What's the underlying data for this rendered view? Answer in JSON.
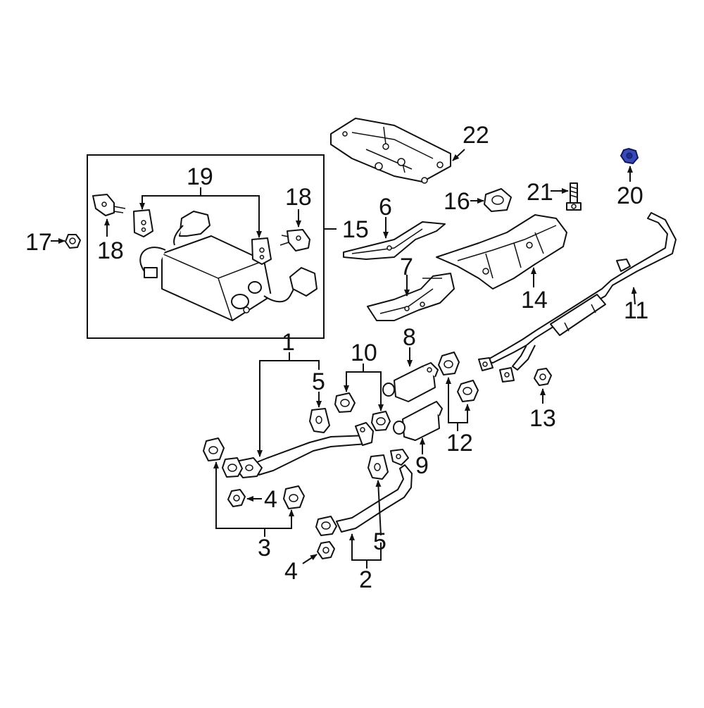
{
  "diagram": {
    "accent_color": "#3a49b8",
    "highlighted_part": "20",
    "callouts": {
      "c1": "1",
      "c2": "2",
      "c3": "3",
      "c4a": "4",
      "c4b": "4",
      "c5a": "5",
      "c5b": "5",
      "c6": "6",
      "c7": "7",
      "c8": "8",
      "c9": "9",
      "c10": "10",
      "c11": "11",
      "c12": "12",
      "c13": "13",
      "c14": "14",
      "c15": "15",
      "c16": "16",
      "c17": "17",
      "c18a": "18",
      "c18b": "18",
      "c19": "19",
      "c20": "20",
      "c21": "21",
      "c22": "22"
    }
  }
}
